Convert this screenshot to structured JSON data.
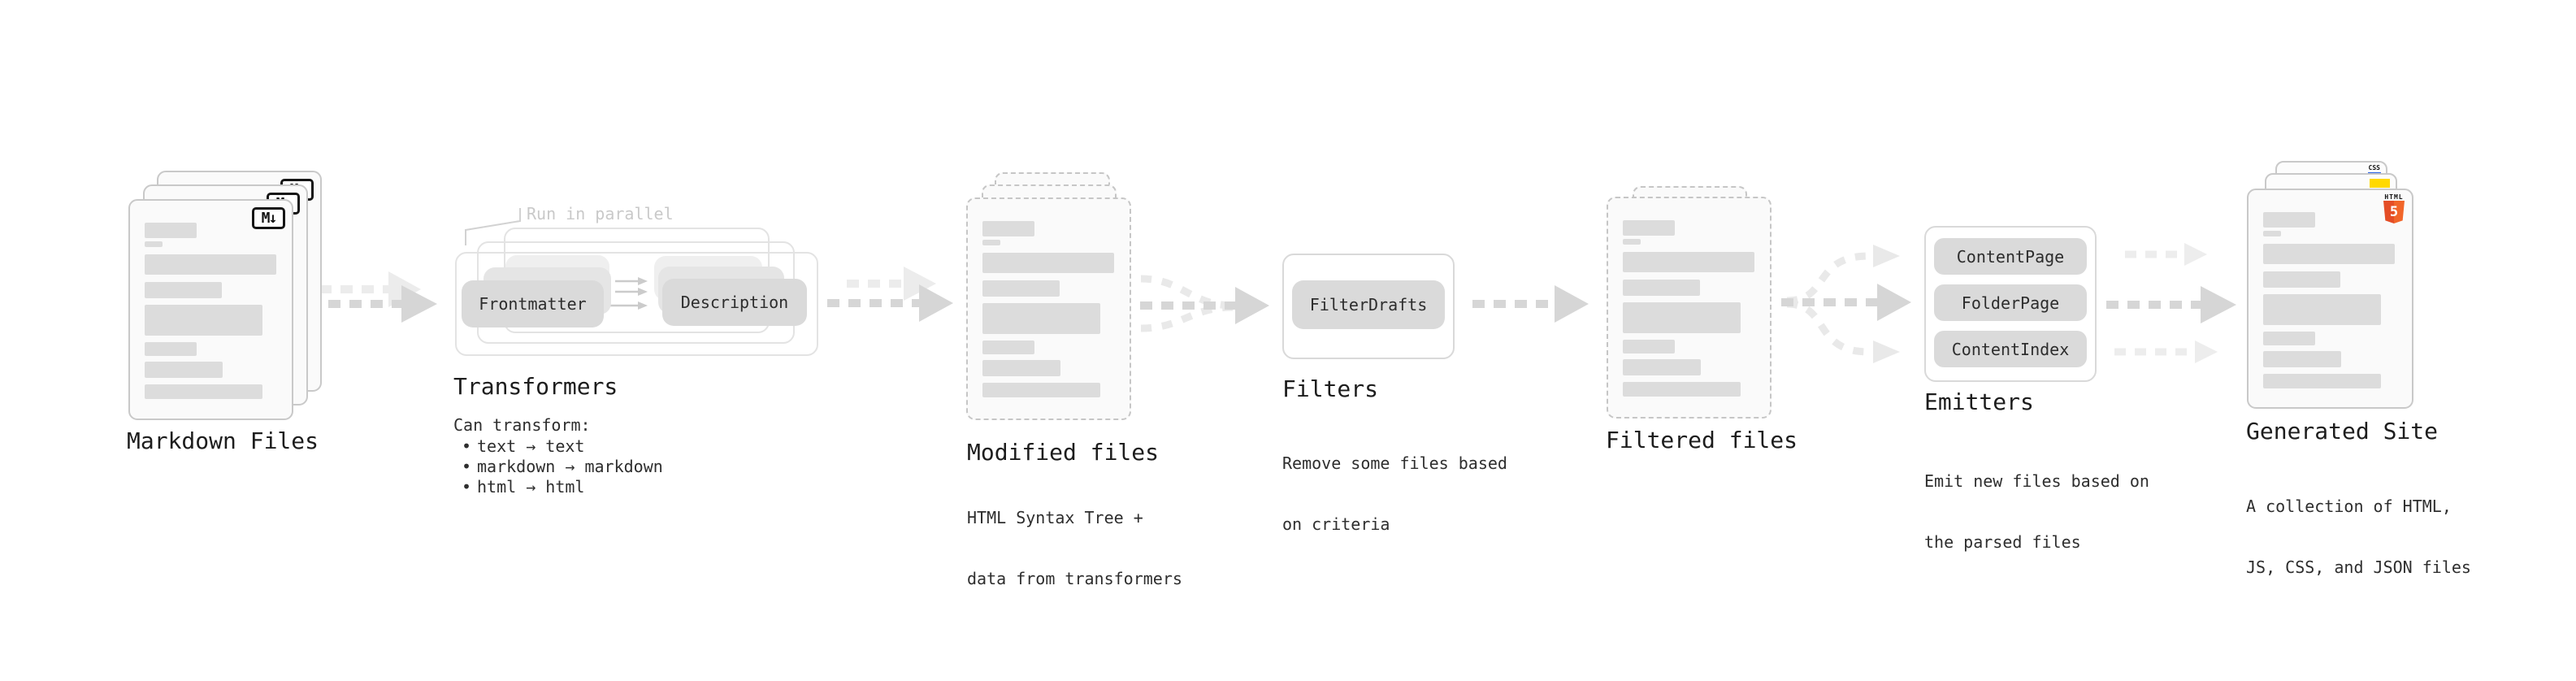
{
  "ui": {
    "bullet": "•"
  },
  "colors": {
    "html5_orange": "#e44d26",
    "html5_orange_light": "#f16529",
    "css_blue": "#2760e5",
    "js_yellow": "#ffd900",
    "arrow_dark": "#d6d6d6",
    "arrow_light": "#ececec"
  },
  "icons": {
    "markdown_badge": "M↓",
    "html5_wordmark": "HTML",
    "html5_numeral": "5",
    "css_badge": "CSS"
  },
  "sections": {
    "markdown_files": {
      "label": "Markdown Files"
    },
    "transformers": {
      "label": "Transformers",
      "annotation": "Run in parallel",
      "pill_from": "Frontmatter",
      "pill_to": "Description",
      "desc_title": "Can transform:",
      "bullets": [
        "text → text",
        "markdown → markdown",
        "html → html"
      ]
    },
    "modified_files": {
      "label": "Modified files",
      "desc": [
        "HTML Syntax Tree +",
        "data from transformers"
      ]
    },
    "filters": {
      "label": "Filters",
      "pill": "FilterDrafts",
      "desc": [
        "Remove some files based",
        "on criteria"
      ]
    },
    "filtered_files": {
      "label": "Filtered files"
    },
    "emitters": {
      "label": "Emitters",
      "pills": [
        "ContentPage",
        "FolderPage",
        "ContentIndex"
      ],
      "desc": [
        "Emit new files based on",
        "the parsed files"
      ]
    },
    "generated_site": {
      "label": "Generated Site",
      "desc": [
        "A collection of HTML,",
        "JS, CSS, and JSON files"
      ]
    }
  }
}
